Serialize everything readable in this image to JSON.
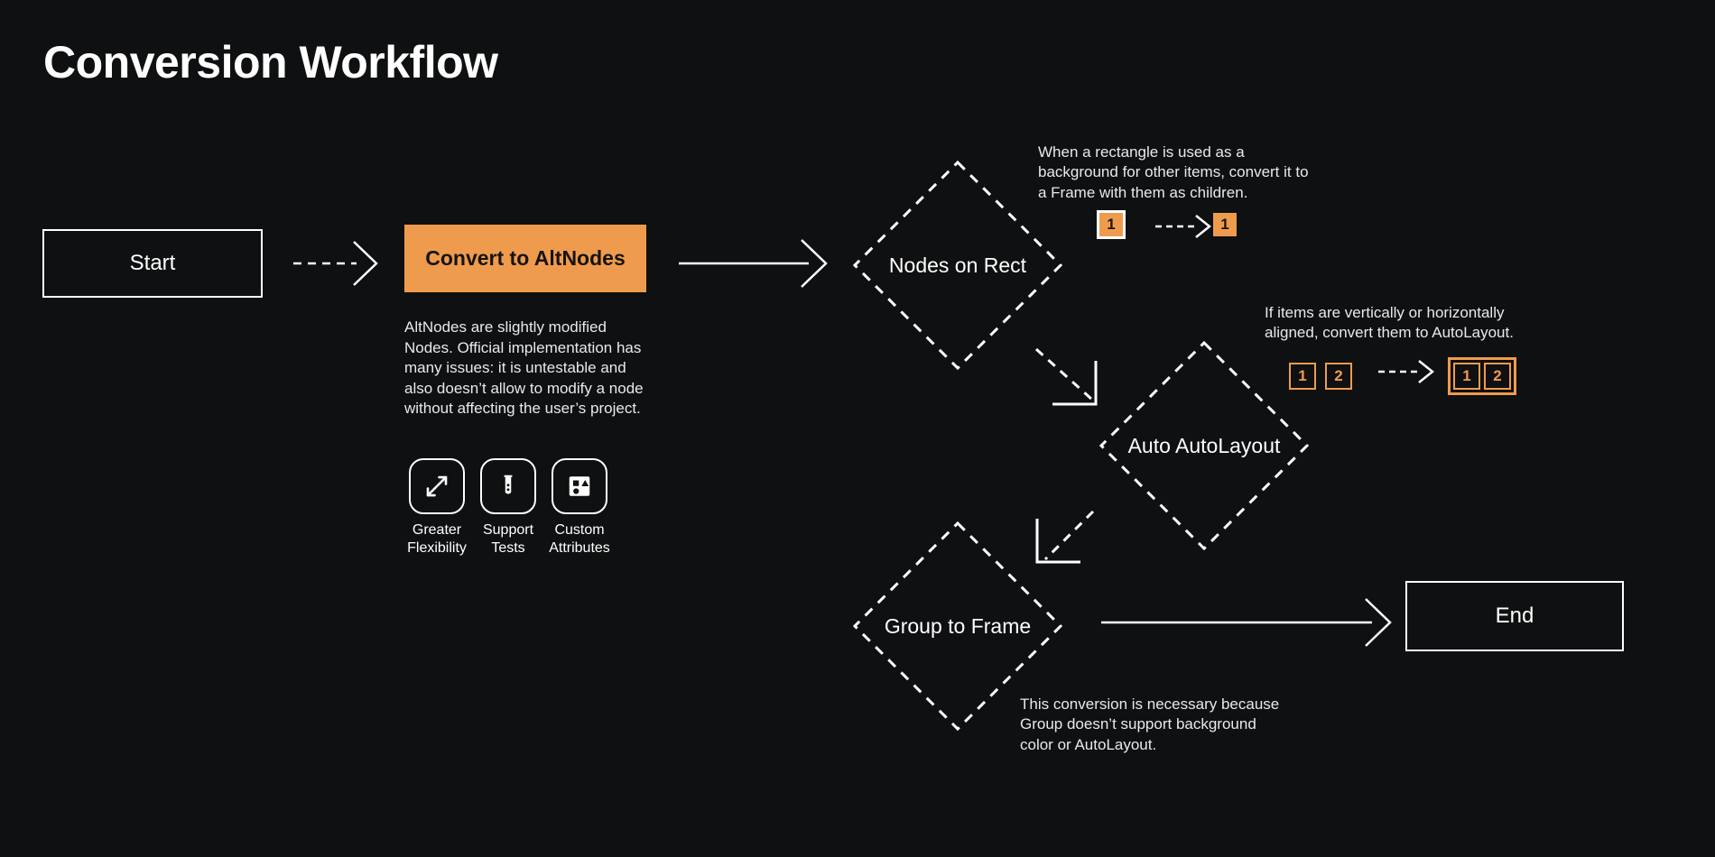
{
  "page": {
    "title": "Conversion Workflow",
    "background_color": "#0f1011",
    "accent_color": "#ef9b4e",
    "text_color": "#ffffff"
  },
  "nodes": {
    "start": {
      "label": "Start"
    },
    "convert": {
      "label": "Convert to AltNodes"
    },
    "nodes_on_rect": {
      "label": "Nodes on Rect"
    },
    "auto_autolayout": {
      "label": "Auto AutoLayout"
    },
    "group_to_frame": {
      "label": "Group to Frame"
    },
    "end": {
      "label": "End"
    }
  },
  "descriptions": {
    "altnodes": "AltNodes are slightly modified Nodes. Official implementation has many issues: it is untestable and also doesn’t allow to modify a node without affecting the user’s project.",
    "nodes_on_rect": "When a rectangle is used as a background for other items, convert it to a Frame with them as children.",
    "auto_autolayout": "If items are vertically or horizontally aligned, convert them to AutoLayout.",
    "group_to_frame": "This conversion is necessary because Group doesn’t support background color or AutoLayout."
  },
  "features": [
    {
      "icon": "expand-arrows-icon",
      "label_line1": "Greater",
      "label_line2": "Flexibility"
    },
    {
      "icon": "test-tube-icon",
      "label_line1": "Support",
      "label_line2": "Tests"
    },
    {
      "icon": "shapes-icon",
      "label_line1": "Custom",
      "label_line2": "Attributes"
    }
  ],
  "badge_examples": {
    "nodes_on_rect": {
      "before": [
        "1"
      ],
      "after": [
        "1"
      ]
    },
    "auto_autolayout": {
      "before": [
        "1",
        "2"
      ],
      "after": [
        "1",
        "2"
      ]
    }
  },
  "connectors": [
    {
      "from": "start",
      "to": "convert",
      "style": "dashed",
      "head": "chevron"
    },
    {
      "from": "convert",
      "to": "nodes_on_rect",
      "style": "solid",
      "head": "chevron"
    },
    {
      "from": "nodes_on_rect",
      "to": "auto_autolayout",
      "style": "dashed",
      "head": "corner"
    },
    {
      "from": "auto_autolayout",
      "to": "group_to_frame",
      "style": "dashed",
      "head": "corner"
    },
    {
      "from": "group_to_frame",
      "to": "end",
      "style": "solid",
      "head": "chevron"
    },
    {
      "from": "badge-before-1",
      "to": "badge-after-1",
      "style": "dashed",
      "head": "chevron"
    },
    {
      "from": "badge-before-2",
      "to": "badge-after-2",
      "style": "dashed",
      "head": "chevron"
    }
  ]
}
